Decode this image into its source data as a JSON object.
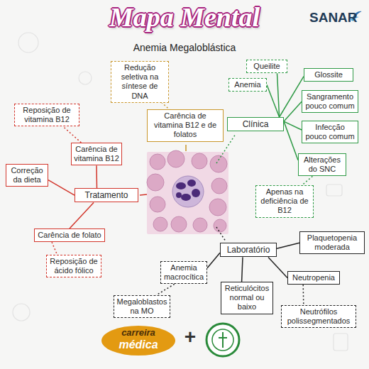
{
  "diagram": {
    "title": "Mapa Mental",
    "nodes": [
      {
        "text": [
          "Carência de vitamina B12 e de folatos"
        ]
      },
      {
        "text": [
          "Redução seletiva na síntese de DNA"
        ]
      },
      {
        "text": [
          "Clínica"
        ]
      },
      {
        "text": [
          "Queilite"
        ]
      },
      {
        "text": [
          "Glossite"
        ]
      },
      {
        "text": [
          "Anemia"
        ]
      },
      {
        "text": [
          "Sangramento pouco comum"
        ]
      },
      {
        "text": [
          "Infecção pouco comum"
        ]
      },
      {
        "text": [
          "Alterações do SNC"
        ]
      },
      {
        "text": [
          "Apenas na deficiência de B12"
        ]
      },
      {
        "text": [
          "Tratamento"
        ]
      },
      {
        "text": [
          "Carência de vitamina B12"
        ]
      },
      {
        "text": [
          "Reposição de vitamina B12"
        ]
      },
      {
        "text": [
          "Correção da dieta"
        ]
      },
      {
        "text": [
          "Carência de folato"
        ]
      },
      {
        "text": [
          "Reposição de ácido fólico"
        ]
      },
      {
        "text": [
          "Laboratório"
        ]
      },
      {
        "text": [
          "Plaquetopenia moderada"
        ]
      },
      {
        "text": [
          "Anemia macrocítica"
        ]
      },
      {
        "text": [
          "Reticulócitos normal ou baixo"
        ]
      },
      {
        "text": [
          "Neutropenia"
        ]
      },
      {
        "text": [
          "Megaloblastos na MO"
        ]
      },
      {
        "text": [
          "Neutrófilos polissegmentados"
        ]
      }
    ],
    "edges": [
      {
        "from": 0,
        "to": 1,
        "arrow": "none"
      },
      {
        "from": 2,
        "to": 3,
        "arrow": "none"
      },
      {
        "from": 2,
        "to": 5,
        "arrow": "none"
      },
      {
        "from": 2,
        "to": 4,
        "arrow": "none"
      },
      {
        "from": 2,
        "to": 6,
        "arrow": "none"
      },
      {
        "from": 2,
        "to": 7,
        "arrow": "none"
      },
      {
        "from": 2,
        "to": 8,
        "arrow": "none"
      },
      {
        "from": 8,
        "to": 9,
        "arrow": "none"
      },
      {
        "from": 10,
        "to": 11,
        "arrow": "none"
      },
      {
        "from": 11,
        "to": 12,
        "arrow": "none"
      },
      {
        "from": 10,
        "to": 13,
        "arrow": "none"
      },
      {
        "from": 10,
        "to": 14,
        "arrow": "none"
      },
      {
        "from": 14,
        "to": 15,
        "arrow": "none"
      },
      {
        "from": 16,
        "to": 17,
        "arrow": "none"
      },
      {
        "from": 16,
        "to": 18,
        "arrow": "none"
      },
      {
        "from": 16,
        "to": 19,
        "arrow": "none"
      },
      {
        "from": 16,
        "to": 20,
        "arrow": "none"
      },
      {
        "from": 18,
        "to": 21,
        "arrow": "none"
      },
      {
        "from": 20,
        "to": 22,
        "arrow": "none"
      }
    ],
    "labels": [
      "Anemia Megaloblástica",
      "SANAR",
      "carreira",
      "médica",
      "+"
    ]
  }
}
